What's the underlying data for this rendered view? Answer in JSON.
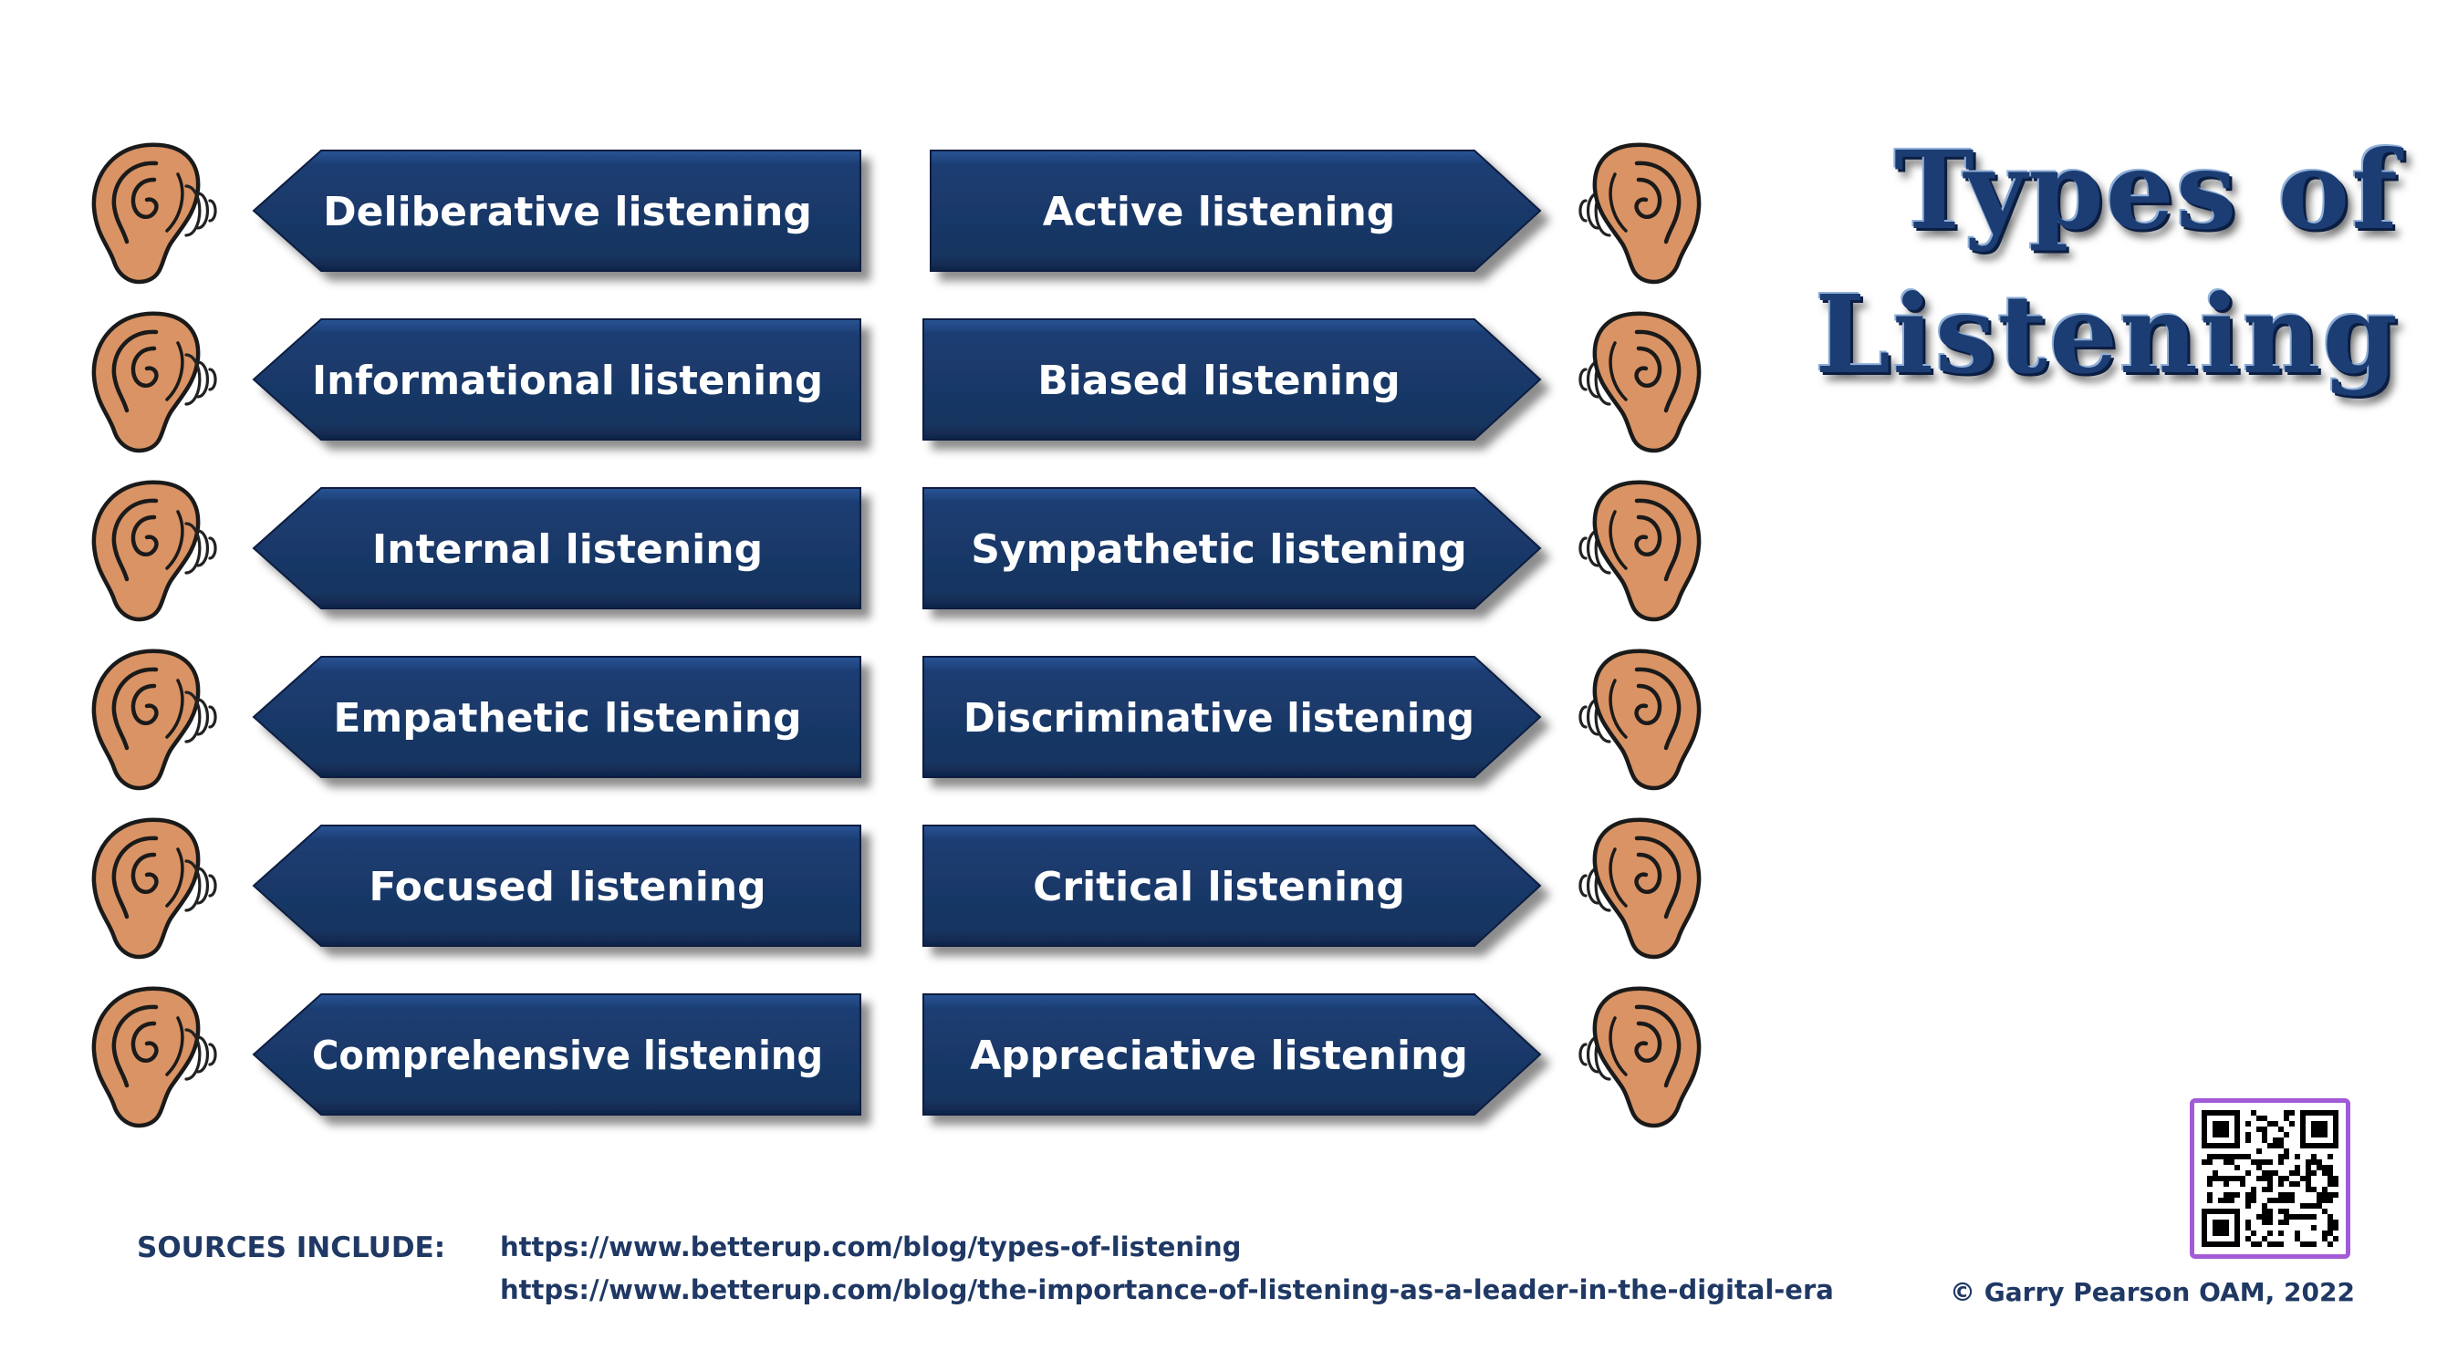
{
  "title": {
    "line1": "Types of",
    "line2": "Listening"
  },
  "left_items": [
    "Deliberative listening",
    "Informational listening",
    "Internal listening",
    "Empathetic listening",
    "Focused listening",
    "Comprehensive listening"
  ],
  "right_items": [
    "Active listening",
    "Biased listening",
    "Sympathetic listening",
    "Discriminative listening",
    "Critical listening",
    "Appreciative listening"
  ],
  "sources": {
    "label": "SOURCES INCLUDE:",
    "links": [
      "https://www.betterup.com/blog/types-of-listening",
      "https://www.betterup.com/blog/the-importance-of-listening-as-a-leader-in-the-digital-era"
    ]
  },
  "copyright": "© Garry Pearson OAM, 2022",
  "icons": {
    "ear": "ear-icon",
    "sound": "sound-waves-icon",
    "qr": "qr-code-icon"
  },
  "colors": {
    "arrow_fill": "#1c3d73",
    "arrow_shadow": "#8a8a8a",
    "ear_fill": "#d99364",
    "ear_stroke": "#1a1a1a",
    "title": "#1c3d73",
    "text_dark": "#1f3864",
    "qr_frame": "#a25ad6"
  }
}
